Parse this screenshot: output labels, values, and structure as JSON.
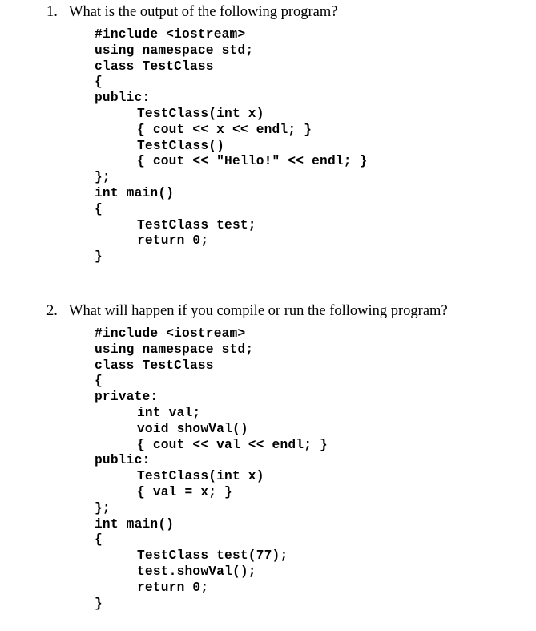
{
  "questions": [
    {
      "number": "1.",
      "text": "What is the output of the following program?",
      "code": [
        {
          "text": "#include <iostream>",
          "indent": 0
        },
        {
          "text": "using namespace std;",
          "indent": 0
        },
        {
          "text": "class TestClass",
          "indent": 0
        },
        {
          "text": "{",
          "indent": 0
        },
        {
          "text": "public:",
          "indent": 0
        },
        {
          "text": "TestClass(int x)",
          "indent": 1
        },
        {
          "text": "{ cout << x << endl; }",
          "indent": 1
        },
        {
          "text": "TestClass()",
          "indent": 1
        },
        {
          "text": "{ cout << \"Hello!\" << endl; }",
          "indent": 1
        },
        {
          "text": "};",
          "indent": 0
        },
        {
          "text": "int main()",
          "indent": 0
        },
        {
          "text": "{",
          "indent": 0
        },
        {
          "text": "TestClass test;",
          "indent": 1
        },
        {
          "text": "return 0;",
          "indent": 1
        },
        {
          "text": "}",
          "indent": 0
        }
      ]
    },
    {
      "number": "2.",
      "text": "What will happen if you compile or run the following program?",
      "code": [
        {
          "text": "#include <iostream>",
          "indent": 0
        },
        {
          "text": "using namespace std;",
          "indent": 0
        },
        {
          "text": "class TestClass",
          "indent": 0
        },
        {
          "text": "{",
          "indent": 0
        },
        {
          "text": "private:",
          "indent": 0
        },
        {
          "text": "int val;",
          "indent": 1
        },
        {
          "text": "void showVal()",
          "indent": 1
        },
        {
          "text": "{ cout << val << endl; }",
          "indent": 1
        },
        {
          "text": "public:",
          "indent": 0
        },
        {
          "text": "TestClass(int x)",
          "indent": 1
        },
        {
          "text": "{ val = x; }",
          "indent": 1
        },
        {
          "text": "};",
          "indent": 0
        },
        {
          "text": "int main()",
          "indent": 0
        },
        {
          "text": "{",
          "indent": 0
        },
        {
          "text": "TestClass test(77);",
          "indent": 1
        },
        {
          "text": "test.showVal();",
          "indent": 1
        },
        {
          "text": "return 0;",
          "indent": 1
        },
        {
          "text": "}",
          "indent": 0
        }
      ]
    }
  ]
}
